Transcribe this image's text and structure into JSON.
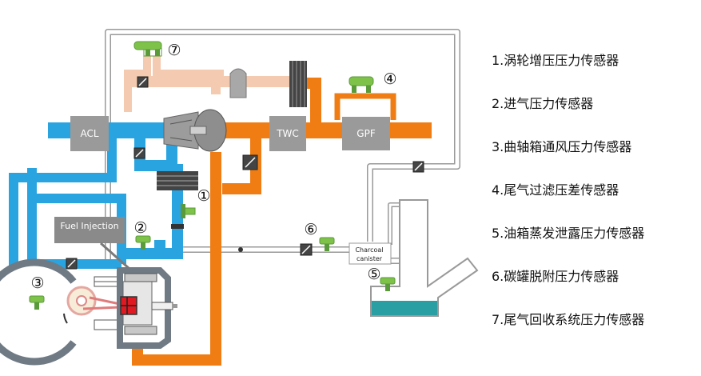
{
  "colors": {
    "intake": "#2aa4e0",
    "exhaust": "#ef7d14",
    "recirculation": "#f4cbb0",
    "vapor_line": "#ffffff",
    "vapor_line_outline": "#999999",
    "sensor": "#7ec24a",
    "component_gray": "#9a9a9a",
    "engine_outline": "#6f7a84",
    "piston": "#e01a22",
    "tank_fuel": "#2a9fa3"
  },
  "components": {
    "acl": "ACL",
    "twc": "TWC",
    "gpf": "GPF",
    "fuel_injection": "Fuel Injection",
    "charcoal_canister_line1": "Charcoal",
    "charcoal_canister_line2": "canister"
  },
  "sensor_markers": [
    "⑦",
    "④",
    "①",
    "②",
    "⑥",
    "③",
    "⑤"
  ],
  "legend": [
    "1.涡轮增压压力传感器",
    "2.进气压力传感器",
    "3.曲轴箱通风压力传感器",
    "4.尾气过滤压差传感器",
    "5.油箱蒸发泄露压力传感器",
    "6.碳罐脱附压力传感器",
    "7.尾气回收系统压力传感器"
  ]
}
